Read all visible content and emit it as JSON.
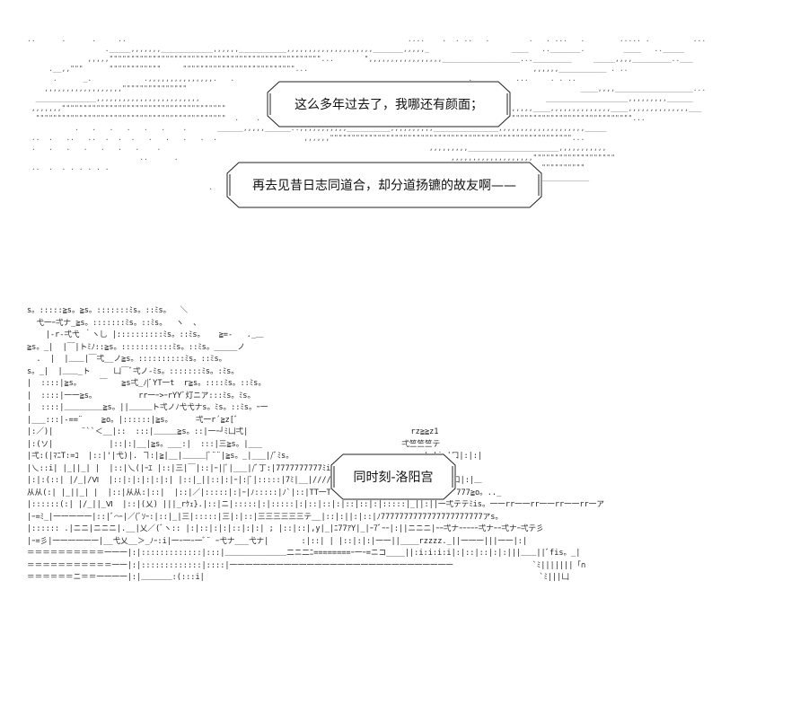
{
  "bubbles": {
    "first": "这么多年过去了，我哪还有颜面；",
    "second": "再去见昔日志同道合，却分道扬镳的故友啊——",
    "third": "同时刻-洛阳宫"
  },
  "art": {
    "sky": "..      .      .     ..                                                                 ....    .  . ..   .         .   . ...   .        ..... .          ...           .....   .. . .\n                  ._____,,,,,,,____________,,,,,,___________,,,,,,,,,,,,,,,,,,,,_______,,,,,_                   ____   .._______.         ____   .._____\n              ,,,,,\"\"\"\"\"\"\"\"\"\"\"\"\"\"\"\"\"\"\"\"\"\"\"\"\"\"\"\"\"\"\"\"\"\"\"\"\"\"\"\"\"\"\"\"\"\"\"\"\"...       \",,,,,,,,,,,,,,,,,__________________..._________     _____,,,,_________..___\n     .__,,\"\"\"      \"\"\"\"\"\"\"\"\"\"\"\"     \"\"\"\"\"\"\"\"\"\"\"\"\"\"\"\"\"\"\"\"\"\"\"\"\"\"...                                                    ,,,,,,___________ . ..\n      .      _.            .,,,,,,,,,,,,,,,.   .                                                      .          ...     . . ..\n    ,,,,,,,,,,,,,,,,,,\"\"\"\"\"\"\"\"\"\"\"\"\"\"\"                                                                                           ____,,,,__________________...\n  ______________,,,,,,,,,,,,,,,,,,,,,,,,                                                                                ___________________,,,,,,,,,______\n ,,,,,,,\"\"\"\"\"\"\"\"\"\"\"\"\"\"\"\"\"\"\"\"\"\"\"\"\"\"\"\"\"\"\"\"\"\"\"\"\"\"                                                                 ,,,,,,____,,,,,,,,,,,,,,____,,,,,,,,,,,,,,___\n  \"\"\"\"\"\"\"\"\"\"\"\"\"\"\"\"\"\"\"\"\"\"\"\"\"\"\"\"\"\"\"\"\"\"\"\"\"\"\"\"\"\"\"\"  .    .  .  ..   ..   .    .   .        ,,,,,,,,,,,,,,,,\"\"\"\"\"\"\"\"\"\"\"\"\"\"\"\"\"\"\"\"\"\"\"\"\"\"\"\"\"\"\"\"\"\"\"\"\"...\n           .   .   .   .   .   .    .       ______,,,,,______..,,,,,,,,,,,__________,,,,,,,,,,_______________,,,,,,,,,,,,,,,,,,,,_____\n ..  .   ..   ..  .  .  .   .   .   .   .  .                    ,,,,,,\"\"\"\"\"\"\"\"\"\"\"\"\"\"\"\"\"\"\"\"\"\"\"\"\"\"\"\"\"\"\"\"\"\"\"\"\"\"\"\"\"\"\"\"\"\"\"\"\"\"\"\"\"\"\"\"...\n .   .   .   .   .   .   .    .                                                              ,,,,,,,,,_____________________,,,,,,,,,,,\n                          ..      .                                                               ,,,,,,,,,,,,,,,,,,,\"\"\"\"\"\"\"\"\"\"\"\"\"\"\"\"\"\"\"\n ..  .  . . . . . .                                                         _____,,,,,,,,,,_______,,,,,,,,,,,,,,,,,,,\"\"\"\"\"\"\"\"\"\"\"\"\n                                                                                                 \"\"\"\"\"\"\"\"\"\"\"\"\"\"\"\"\"\"\"\"\"\"___________\n                                          .     .    .                                                                   \n                                                                     .  .  .  .  .          .   .  .",
    "city": "s。:::::≧s。≧s。:::::::ﾐs。::ﾐs。  ＼\n  弋一ｰ弌ナ_≧s。:::::::ﾐs。::ﾐs。  ヽ  、\n    |-r-弌弋 ｀ヽ乚 |::::::::::ﾐs。::ﾐs。   ≧=-   ._＿\n≧s。_|  |￣|トﾐﾉ::≧s。:::::::::::ﾐs。::ﾐs。_____ノ\n  .  |  |＿＿|￣弌__ノ≧s。::::::::::ﾐs。::ﾐs。\ns。_|  |＿＿_ト     凵￣ﾞ弌ノ-ﾐs。:::::::ﾐs。:ﾐs。\n|  ::::|≧s。    ￣   ≧s弌_ﾉ|ﾞYT一t  r≧s。::::ﾐs。::ﾐs。\n|  ::::|一一≧s。         rr一ｰ>ｰrYYﾞ灯ニア:::ﾐs。ﾐs。\n|  ::::|＿＿＿＿＿≧s。||＿＿＿ト弌ノﾉ弋弋ナs。ﾐs。::ﾐs。ｰ一\n|___:::|-==¨    ≧o。|::::::|≧s。     弌一r´≧z[ﾞ\n|:／)|      ¨``＜__|::  :::|＿＿＿≧s。::|一ｰ┘ﾐ凵弌|                                   rz≧≧z1\n|:(ソ|            |::|:|__|≧s。___:|  :::|三≧s。|___                              弌竺竺竺テ\n|弌:(|ﾏﾆT:=ｺ  |::|'|弋)|. ヿ:|≧|__|＿＿＿|ﾞ¨¨|≧s。_|___|/ﾞﾐs。                            |:|i:|口|:|:|\n|乀::i| |_||_| |  |::|乀(|ｰｴ |::|三|￣|::|ｰ||ﾞ|___|/ﾞ丁:|7777777777ﾐihs。.. ..        弌ZZZZZZテ\n|:|:(::| |/_|/Ⅵ  |::|:|:|:|:|:| |::|_||::|:|ｰ|:|ﾞ|:::::|7ﾐ|__|//////////ﾐs。ﾞﾐ ,       _|:|i|口|:|＿\n从从(:| |_||_| |  |::|从从:|::|  |::|／|:::::|:|ｰ|ﾉ:::::|ﾉ`|::|TT一TT一TTT≧.7777ア___,,.。o≧7777777≧o。.._\n|::::::(:| |/_||_Ⅵ  |::|(乂) |||_rｹｪ}.|::|ニ|:::::|:|:::::|:|::|::|:|::|::|:|:::::|_||:||一弌テテﾐis。一一rr一一rr一一rr一一rr一ア\n|ｰ=ﾐ_|一一一一一|::|ﾞ⌒ｰ|／(ﾞｿｰ:|::|_|三|:::::|三|:|::|三三三三三三テ__|::|:||:|::|ﾉ7777777777777777777777アs。\n|:::::: .|ニニ|ニニニ|.__|乂／(ﾞヽ:: |:|::|:|:|::|:|:| ; |::|::|,y|_|ﾆ77ｱY|_|ｰ7ﾞｰｰ|:||ニニニ|ｰｰ弌ナｰｰｰｰｰ弌ナｰｰ弌ナｰ弌テ彡\n|ｰ=彡|一一一一一一|__弋乂__＞_ﾉｰ:i|一ｰ一ｰ一ﾞ¨ ｰ弋ナ___弋ナ|       :|::| | |::|:|:|一一||____rzzzz._||一一一|||一一|:|\n＝＝＝＝＝＝＝＝＝＝一一一|:|:::::::::::::|:::|＿＿＿＿＿＿＿＿二ニ二ﾆ========ｰ一ｰ=ニコ____||:i:i:i:i|:|::|::|:|:|||＿＿||ﾞfis。_|\n＝＝＝＝＝＝＝＝＝＝＝一一|:|:::::::::::::|::::|一一一一一一一一一一一一一一一一一一一一一一一一一一一一一                 `ﾐ|||||||「∩\n＝＝＝＝＝＝ニ＝＝一一一一|:|＿＿＿＿:(:::i|                                                                        `ﾐ|||凵"
  }
}
